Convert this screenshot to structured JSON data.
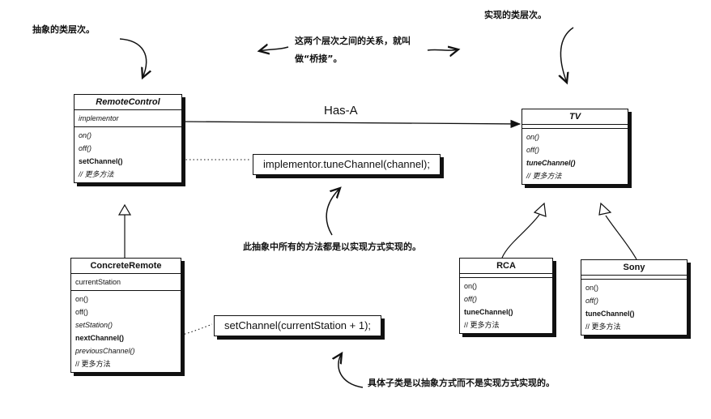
{
  "remote_control": {
    "name": "RemoteControl",
    "attribute": "implementor",
    "methods": [
      "on()",
      "off()",
      "setChannel()",
      "// 更多方法"
    ]
  },
  "concrete_remote": {
    "name": "ConcreteRemote",
    "attribute": "currentStation",
    "methods": [
      "on()",
      "off()",
      "setStation()",
      "nextChannel()",
      "previousChannel()",
      "// 更多方法"
    ]
  },
  "tv": {
    "name": "TV",
    "methods": [
      "on()",
      "off()",
      "tuneChannel()",
      "// 更多方法"
    ]
  },
  "rca": {
    "name": "RCA",
    "methods": [
      "on()",
      "off()",
      "tuneChannel()",
      "// 更多方法"
    ]
  },
  "sony": {
    "name": "Sony",
    "methods": [
      "on()",
      "off()",
      "tuneChannel()",
      "// 更多方法"
    ]
  },
  "has_a_label": "Has-A",
  "code_set_channel": "implementor.tuneChannel(channel);",
  "code_next_channel": "setChannel(currentStation + 1);",
  "notes": {
    "abstraction_hierarchy": "抽象的类层次。",
    "implementation_hierarchy": "实现的类层次。",
    "bridge": "这两个层次之间的关系，就叫做“桥接”。",
    "implemented_via": "此抽象中所有的方法都是以实现方式实现的。",
    "subclasses": "具体子类是以抽象方式而不是实现方式实现的。"
  }
}
